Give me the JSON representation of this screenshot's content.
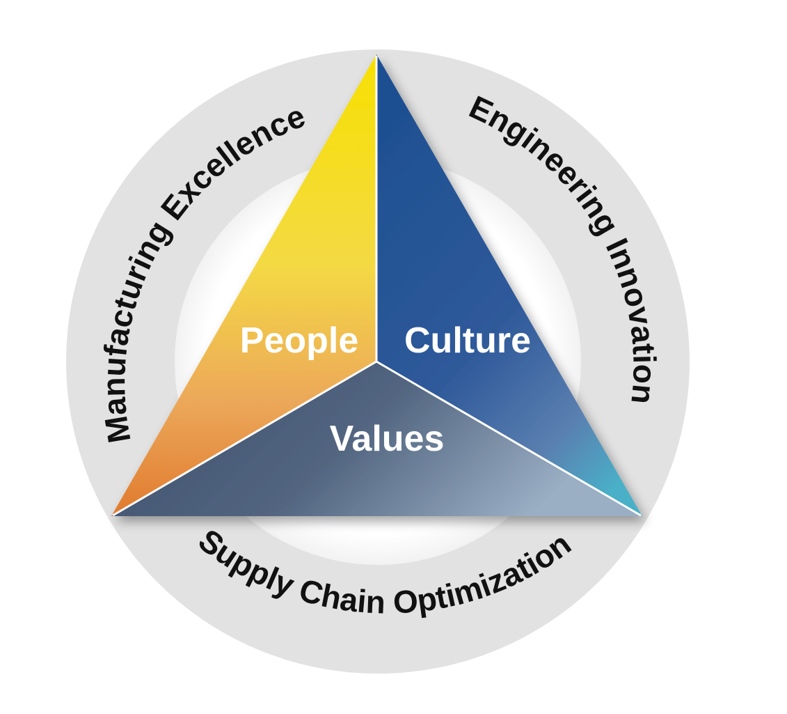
{
  "ring": {
    "left_label": "Manufacturing Excellence",
    "right_label": "Engineering Innovation",
    "bottom_label": "Supply Chain Optimization"
  },
  "triangle": {
    "left_label": "People",
    "right_label": "Culture",
    "bottom_label": "Values"
  },
  "colors": {
    "ring": "#e2e2e2",
    "people_top": "#f7e000",
    "people_bottom": "#e07a2e",
    "culture_top": "#1d4f91",
    "culture_bottom": "#4ab0c8",
    "values": "#4a5a76",
    "text_dark": "#111111",
    "text_light": "#ffffff"
  }
}
